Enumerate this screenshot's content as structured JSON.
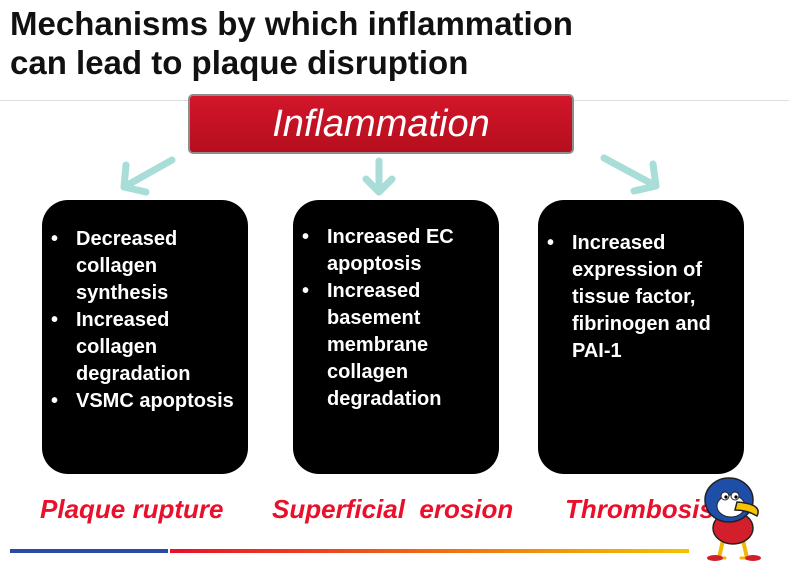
{
  "title_line1": "Mechanisms by which inflammation",
  "title_line2": "can lead to plaque disruption",
  "center": "Inflammation",
  "columns": [
    {
      "items": [
        "Decreased collagen synthesis",
        "Increased collagen degradation",
        "VSMC apoptosis"
      ],
      "outcome": "Plaque rupture"
    },
    {
      "items": [
        "Increased EC apoptosis",
        "Increased basement membrane collagen degradation"
      ],
      "outcome": "Superficial  erosion"
    },
    {
      "items": [
        "Increased expression of tissue factor, fibrinogen and PAI-1"
      ],
      "outcome": "Thrombosis"
    }
  ],
  "colors": {
    "center_box": "#c8102e",
    "arrows": "#a8ddd8",
    "card": "#000000",
    "outcome_text": "#e8102b",
    "footer_blue": "#2a4aa8"
  },
  "icons": {
    "mascot": "jayhawk-mascot-icon"
  }
}
